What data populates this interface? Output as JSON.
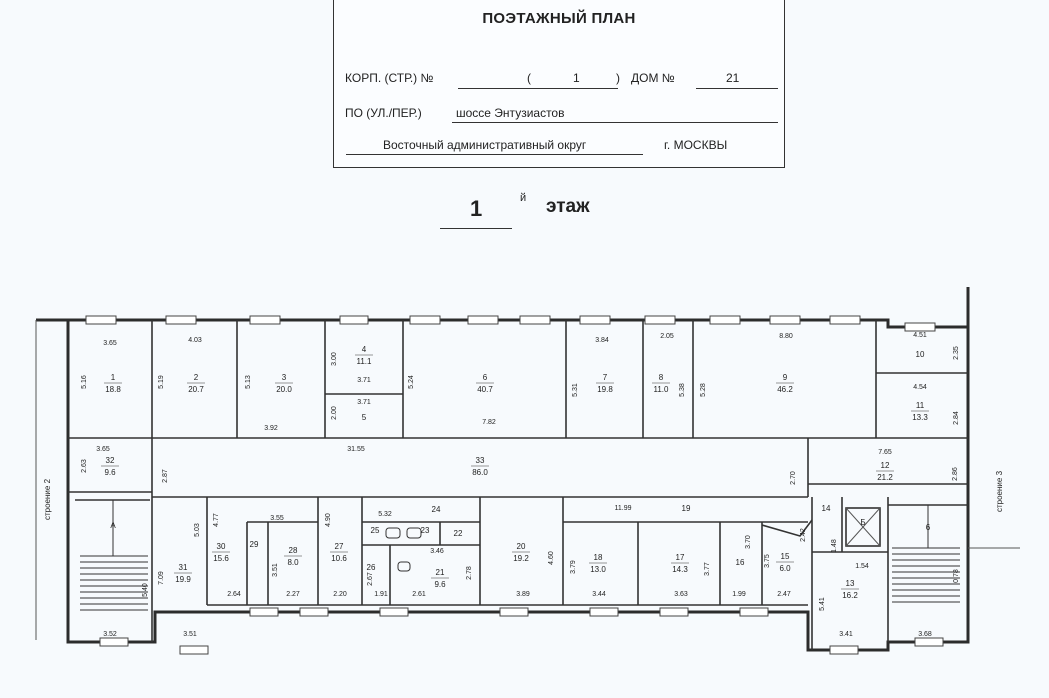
{
  "stamp": {
    "title": "ПОЭТАЖНЫЙ ПЛАН",
    "korp_label": "КОРП. (СТР.) №",
    "korp_open": "(",
    "korp_value": "1",
    "korp_close": ")",
    "dom_label": "ДОМ №",
    "dom_value": "21",
    "street_label": "ПО (УЛ./ПЕР.)",
    "street_value": "шоссе Энтузиастов",
    "district_value": "Восточный административный округ",
    "city_value": "г. МОСКВЫ"
  },
  "floor": {
    "number": "1",
    "suffix": "й",
    "word": "этаж"
  },
  "plan": {
    "side_labels": {
      "left": "строение 2",
      "right": "строение 3"
    },
    "rooms": [
      {
        "id": "r1",
        "no": "1",
        "area": "18.8"
      },
      {
        "id": "r2",
        "no": "2",
        "area": "20.7"
      },
      {
        "id": "r3",
        "no": "3",
        "area": "20.0"
      },
      {
        "id": "r4",
        "no": "4",
        "area": "11.1"
      },
      {
        "id": "r5",
        "no": "5",
        "area": ""
      },
      {
        "id": "r6",
        "no": "6",
        "area": "40.7"
      },
      {
        "id": "r7",
        "no": "7",
        "area": "19.8"
      },
      {
        "id": "r8",
        "no": "8",
        "area": "11.0"
      },
      {
        "id": "r9",
        "no": "9",
        "area": "46.2"
      },
      {
        "id": "r10",
        "no": "10",
        "area": ""
      },
      {
        "id": "r11",
        "no": "11",
        "area": "13.3"
      },
      {
        "id": "r12",
        "no": "12",
        "area": "21.2"
      },
      {
        "id": "r13",
        "no": "13",
        "area": "16.2"
      },
      {
        "id": "r14",
        "no": "14",
        "area": ""
      },
      {
        "id": "r15",
        "no": "15",
        "area": "6.0"
      },
      {
        "id": "r16",
        "no": "16",
        "area": ""
      },
      {
        "id": "r17",
        "no": "17",
        "area": "14.3"
      },
      {
        "id": "r18",
        "no": "18",
        "area": "13.0"
      },
      {
        "id": "r19",
        "no": "19",
        "area": ""
      },
      {
        "id": "r20",
        "no": "20",
        "area": "19.2"
      },
      {
        "id": "r21",
        "no": "21",
        "area": "9.6"
      },
      {
        "id": "r22",
        "no": "22",
        "area": ""
      },
      {
        "id": "r23",
        "no": "23",
        "area": ""
      },
      {
        "id": "r24",
        "no": "24",
        "area": ""
      },
      {
        "id": "r25",
        "no": "25",
        "area": ""
      },
      {
        "id": "r26",
        "no": "26",
        "area": ""
      },
      {
        "id": "r27",
        "no": "27",
        "area": "10.6"
      },
      {
        "id": "r28",
        "no": "28",
        "area": "8.0"
      },
      {
        "id": "r29",
        "no": "29",
        "area": ""
      },
      {
        "id": "r30",
        "no": "30",
        "area": "15.6"
      },
      {
        "id": "r31",
        "no": "31",
        "area": "19.9"
      },
      {
        "id": "r32",
        "no": "32",
        "area": "9.6"
      },
      {
        "id": "r33",
        "no": "33",
        "area": "86.0"
      },
      {
        "id": "rA",
        "no": "А",
        "area": ""
      },
      {
        "id": "rB",
        "no": "Б",
        "area": ""
      },
      {
        "id": "r6b",
        "no": "6",
        "area": ""
      }
    ],
    "dimensions": [
      {
        "id": "d1",
        "text": "3.65"
      },
      {
        "id": "d2",
        "text": "5.16"
      },
      {
        "id": "d3",
        "text": "4.03"
      },
      {
        "id": "d4",
        "text": "5.19"
      },
      {
        "id": "d5",
        "text": "5.13"
      },
      {
        "id": "d6",
        "text": "3.92"
      },
      {
        "id": "d7",
        "text": "3.00"
      },
      {
        "id": "d8",
        "text": "3.71"
      },
      {
        "id": "d9",
        "text": "3.71"
      },
      {
        "id": "d10",
        "text": "2.00"
      },
      {
        "id": "d11",
        "text": "5.24"
      },
      {
        "id": "d12",
        "text": "7.82"
      },
      {
        "id": "d13",
        "text": "3.84"
      },
      {
        "id": "d14",
        "text": "5.31"
      },
      {
        "id": "d15",
        "text": "2.05"
      },
      {
        "id": "d16",
        "text": "5.38"
      },
      {
        "id": "d17",
        "text": "5.28"
      },
      {
        "id": "d18",
        "text": "8.80"
      },
      {
        "id": "d19",
        "text": "4.51"
      },
      {
        "id": "d20",
        "text": "2.35"
      },
      {
        "id": "d21",
        "text": "4.54"
      },
      {
        "id": "d22",
        "text": "2.84"
      },
      {
        "id": "d23",
        "text": "3.65"
      },
      {
        "id": "d24",
        "text": "2.63"
      },
      {
        "id": "d25",
        "text": "2.87"
      },
      {
        "id": "d26",
        "text": "31.55"
      },
      {
        "id": "d27",
        "text": "2.70"
      },
      {
        "id": "d28",
        "text": "7.65"
      },
      {
        "id": "d29",
        "text": "2.86"
      },
      {
        "id": "d30",
        "text": "11.99"
      },
      {
        "id": "d31",
        "text": "3.55"
      },
      {
        "id": "d32",
        "text": "5.32"
      },
      {
        "id": "d33",
        "text": "4.77"
      },
      {
        "id": "d34",
        "text": "5.03"
      },
      {
        "id": "d35",
        "text": "4.90"
      },
      {
        "id": "d36",
        "text": "3.46"
      },
      {
        "id": "d37",
        "text": "3.51"
      },
      {
        "id": "d38",
        "text": "2.67"
      },
      {
        "id": "d39",
        "text": "2.78"
      },
      {
        "id": "d40",
        "text": "4.60"
      },
      {
        "id": "d41",
        "text": "3.79"
      },
      {
        "id": "d42",
        "text": "3.77"
      },
      {
        "id": "d43",
        "text": "3.70"
      },
      {
        "id": "d44",
        "text": "3.75"
      },
      {
        "id": "d45",
        "text": "2.42"
      },
      {
        "id": "d46",
        "text": "1.48"
      },
      {
        "id": "d47",
        "text": "1.54"
      },
      {
        "id": "d48",
        "text": "7.09"
      },
      {
        "id": "d49",
        "text": "2.64"
      },
      {
        "id": "d50",
        "text": "2.27"
      },
      {
        "id": "d51",
        "text": "2.20"
      },
      {
        "id": "d52",
        "text": "1.91"
      },
      {
        "id": "d53",
        "text": "2.61"
      },
      {
        "id": "d54",
        "text": "3.89"
      },
      {
        "id": "d55",
        "text": "3.44"
      },
      {
        "id": "d56",
        "text": "3.63"
      },
      {
        "id": "d57",
        "text": "1.99"
      },
      {
        "id": "d58",
        "text": "2.47"
      },
      {
        "id": "d59",
        "text": "5.41"
      },
      {
        "id": "d60",
        "text": "3.41"
      },
      {
        "id": "d61",
        "text": "3.52"
      },
      {
        "id": "d62",
        "text": "3.51"
      },
      {
        "id": "d63",
        "text": "3.68"
      },
      {
        "id": "d64",
        "text": "0.78"
      },
      {
        "id": "d65",
        "text": "5.40"
      }
    ]
  }
}
